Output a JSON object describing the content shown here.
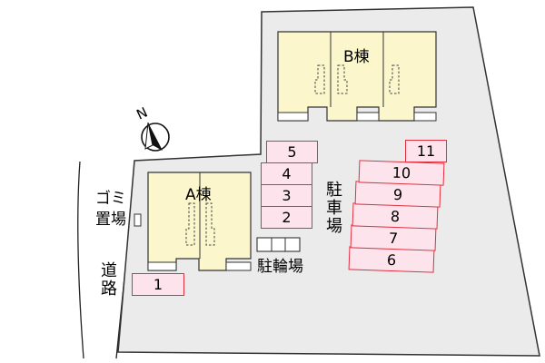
{
  "buildings": {
    "a": {
      "label": "A棟"
    },
    "b": {
      "label": "B棟"
    }
  },
  "labels": {
    "parking": "駐車場",
    "bicycle_parking": "駐輪場",
    "garbage": "ゴミ置場",
    "road": "道路",
    "north": "N"
  },
  "lots": [
    "1",
    "2",
    "3",
    "4",
    "5",
    "6",
    "7",
    "8",
    "9",
    "10",
    "11"
  ],
  "colors": {
    "lot_fill": "#fde3ec",
    "lot_border": "#e0303f",
    "building_fill": "#fbf6cc",
    "site_fill": "#ebebeb"
  }
}
